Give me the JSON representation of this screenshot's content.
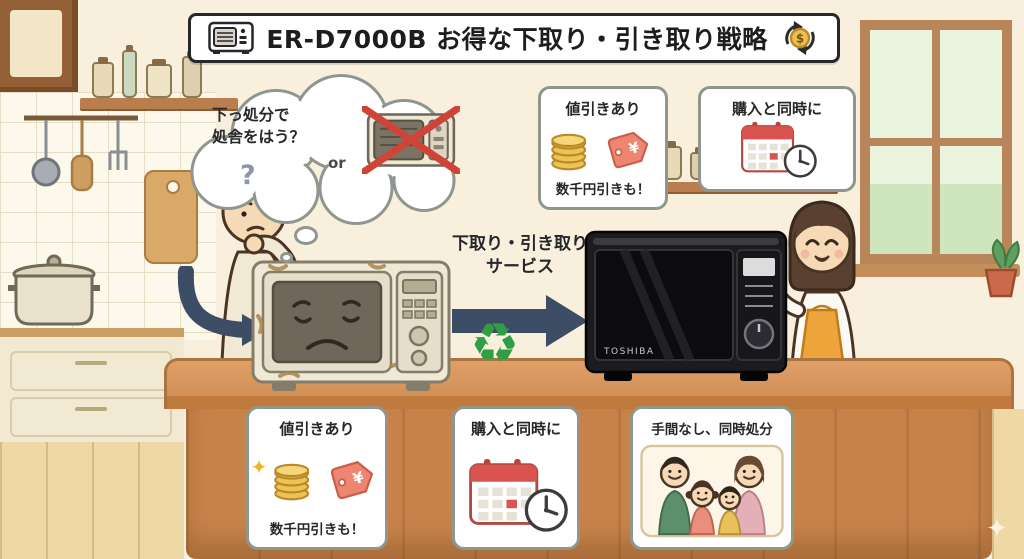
{
  "title": {
    "text": "ER-D7000B お得な下取り・引き取り戦略",
    "coin_symbol": "$"
  },
  "thought_bubble": {
    "line1": "下っ処分で",
    "line2": "処舎をはう？",
    "question_mark": "?",
    "or_label": "or"
  },
  "service_arrow": {
    "line1": "下取り・引き取り",
    "line2": "サービス"
  },
  "recycle_symbol": "♻",
  "new_microwave": {
    "brand": "TOSHIBA"
  },
  "callouts": {
    "top_discount": {
      "title": "値引きあり",
      "subtitle": "数千円引きも！",
      "tag_currency": "¥"
    },
    "top_timing": {
      "title": "購入と同時に"
    },
    "bottom_discount": {
      "title": "値引きあり",
      "subtitle": "数千円引きも！",
      "tag_currency": "¥",
      "sparkle": "✦"
    },
    "bottom_timing": {
      "title": "購入と同時に"
    },
    "bottom_family": {
      "title": "手間なし、同時処分"
    }
  },
  "decor": {
    "sparkle": "✦"
  },
  "colors": {
    "arrow_blue": "#3e4d66",
    "recycle_green": "#2f9e44",
    "accent_red": "#cf4437",
    "coin_gold": "#eec355",
    "tag_salmon": "#ed8570",
    "wood": "#c8834a"
  }
}
